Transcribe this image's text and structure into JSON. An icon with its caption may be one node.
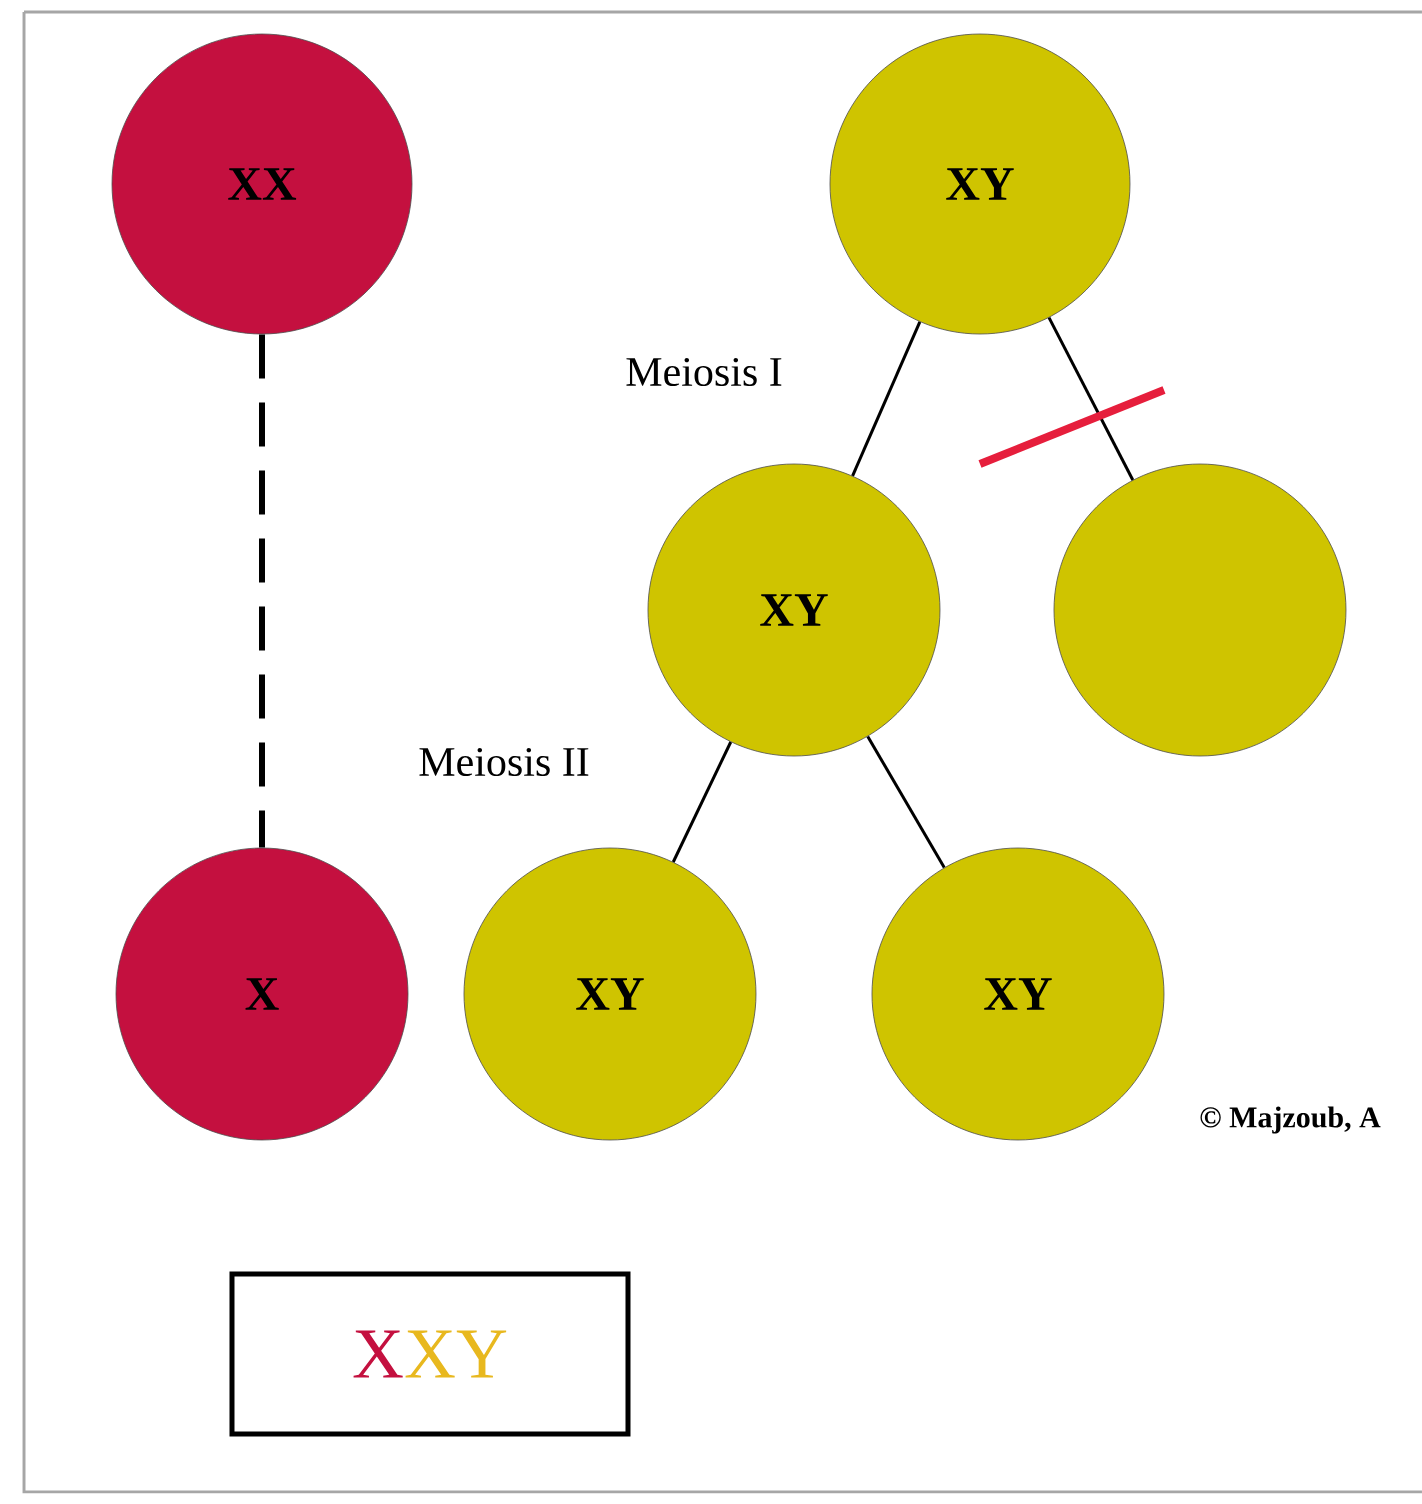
{
  "diagram": {
    "nodes": [
      {
        "text": [
          "XX"
        ]
      },
      {
        "text": [
          "XY"
        ]
      },
      {
        "text": [
          "XY"
        ]
      },
      {
        "text": [],
        "shape": "circle"
      },
      {
        "text": [
          "X"
        ]
      },
      {
        "text": [
          "XY"
        ]
      },
      {
        "text": [
          "XY"
        ]
      },
      {
        "text": [
          "X",
          "XY"
        ]
      }
    ],
    "edges": [
      {
        "from": 0,
        "to": 4,
        "arrow": "none",
        "style": "dashed"
      },
      {
        "from": 1,
        "to": 2,
        "arrow": "none"
      },
      {
        "from": 1,
        "to": 3,
        "arrow": "none"
      },
      {
        "from": 2,
        "to": 5,
        "arrow": "none"
      },
      {
        "from": 2,
        "to": 6,
        "arrow": "none"
      }
    ],
    "labels": [
      "Meiosis I",
      "Meiosis II",
      "© Majzoub, A"
    ]
  }
}
